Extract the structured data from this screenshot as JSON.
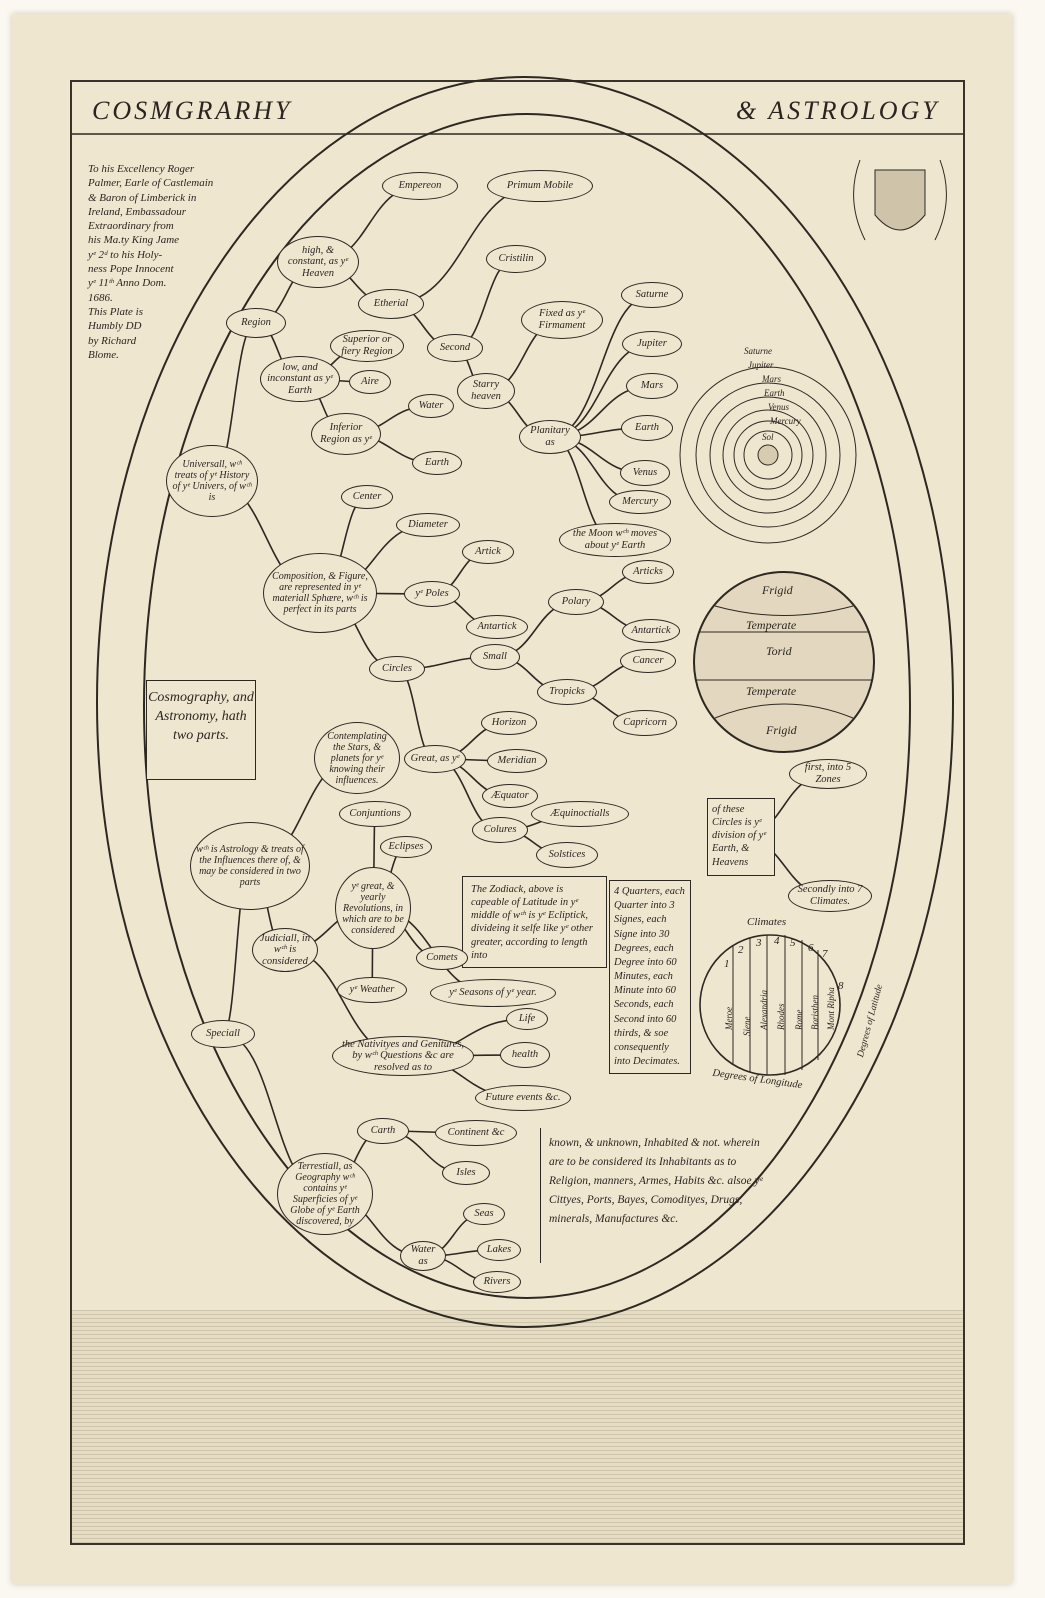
{
  "title": {
    "left": "COSMGRARHY",
    "right": "& ASTROLOGY"
  },
  "dedication": [
    "To his Excellency Roger",
    "Palmer, Earle of Castlemain",
    "& Baron of Limberick in",
    "Ireland, Embassadour",
    "Extraordinary from",
    "his Ma.ty King Jame",
    "yᵉ 2ᵈ to his Holy-",
    "ness Pope Innocent",
    "yᵉ 11ᵗʰ Anno Dom.",
    "1686.",
    "This Plate is",
    "Humbly DD",
    "by Richard",
    "Blome."
  ],
  "banner": "Cosmography, and Astronomy, hath two parts.",
  "nodes": {
    "empereon": "Empereon",
    "primum": "Primum Mobile",
    "high": "high, & constant, as yᵉ Heaven",
    "cristilin": "Cristilin",
    "etherial": "Etherial",
    "fixed": "Fixed as yᵉ Firmament",
    "saturne": "Saturne",
    "region": "Region",
    "superior": "Superior or fiery Region",
    "second": "Second",
    "jupiter": "Jupiter",
    "low": "low, and inconstant as yᵉ Earth",
    "aire": "Aire",
    "starry": "Starry heaven",
    "mars": "Mars",
    "water": "Water",
    "inferior": "Inferior Region as yᵉ",
    "planitary": "Planitary as",
    "earthp": "Earth",
    "earthi": "Earth",
    "venus": "Venus",
    "universall": "Universall, wᶜʰ treats of yᵉ History of yᵉ Univers, of wᶜʰ is",
    "mercury": "Mercury",
    "moon": "the Moon wᶜʰ moves about yᵉ Earth",
    "center": "Center",
    "diameter": "Diameter",
    "composition": "Composition, & Figure, are represented in yᵉ materiall Sphære, wᶜʰ is perfect in its parts",
    "artick": "Artick",
    "poles": "yᵉ Poles",
    "articks": "Articks",
    "polary": "Polary",
    "antartick": "Antartick",
    "antartick2": "Antartick",
    "small": "Small",
    "cancer": "Cancer",
    "circles": "Circles",
    "tropicks": "Tropicks",
    "capricorn": "Capricorn",
    "horizon": "Horizon",
    "contemplating": "Contemplating the Stars, & planets for yᵉ knowing their influences.",
    "great": "Great, as yᵉ",
    "meridian": "Meridian",
    "aequator": "Æquator",
    "conjuntions": "Conjuntions",
    "aequinoctialls": "Æquinoctialls",
    "colures": "Colures",
    "eclipses": "Eclipses",
    "solstices": "Solstices",
    "astrology": "wᶜʰ is Astrology & treats of the Influences there of, & may be considered in two parts",
    "revolutions": "yᵉ great, & yearly Revolutions, in which are to be considered",
    "judiciall": "Judiciall, in wᶜʰ is considered",
    "comets": "Comets",
    "weather": "yᵉ Weather",
    "seasons": "yᵉ Seasons of yᵉ year.",
    "speciall": "Speciall",
    "life": "Life",
    "nativityes": "the Nativityes and Genitures, by wᶜʰ Questions &c are resolved as to",
    "health": "health",
    "future": "Future events &c.",
    "carth": "Carth",
    "continent": "Continent &c",
    "isles": "Isles",
    "terrestiall": "Terrestiall, as Geography wᶜʰ contains yᵉ Superficies of yᵉ Globe of yᵉ Earth discovered, by",
    "seas": "Seas",
    "lakes": "Lakes",
    "wateras": "Water as",
    "rivers": "Rivers",
    "first": "first, into 5 Zones",
    "secondly": "Secondly into 7 Climates."
  },
  "boxes": {
    "zodiack": "The Zodiack, above is capeable of Latitude in yᵉ middle of wᶜʰ is yᵉ Ecliptick, divideing it selfe like yᵉ other greater, according to length into",
    "quarters": "4 Quarters, each Quarter into 3 Signes, each Signe into 30 Degrees, each Degree into 60 Minutes, each Minute into 60 Seconds, each Second into 60 thirds, & soe consequently into Decimates.",
    "division": "of these Circles is yᵉ division of yᵉ Earth, & Heavens",
    "known": "known, & unknown, Inhabited & not. wherein are to be considered its Inhabitants as to Religion, manners, Armes, Habits &c. alsoe yᵉ Cittyes, Ports, Bayes, Comodityes, Drugs, minerals, Manufactures &c."
  },
  "planets": {
    "labels": [
      "Saturne",
      "Jupiter",
      "Mars",
      "Earth",
      "Venus",
      "Mercury",
      "Sol"
    ]
  },
  "globe": {
    "zones": [
      "Frigid",
      "Temperate",
      "Torid",
      "Temperate",
      "Frigid"
    ]
  },
  "climates": {
    "title": "Climates",
    "numbers": [
      "1",
      "2",
      "3",
      "4",
      "5",
      "6",
      "7",
      "8"
    ],
    "places": [
      "Meroe",
      "Siene",
      "Alexandria",
      "Rhodes",
      "Rome",
      "Boristhen",
      "Mont Ripha"
    ],
    "longitude": "Degrees of Longitude",
    "latitude": "Degrees of Latitude"
  },
  "colors": {
    "paper": "#efe6d0",
    "ink": "#2d2822"
  }
}
